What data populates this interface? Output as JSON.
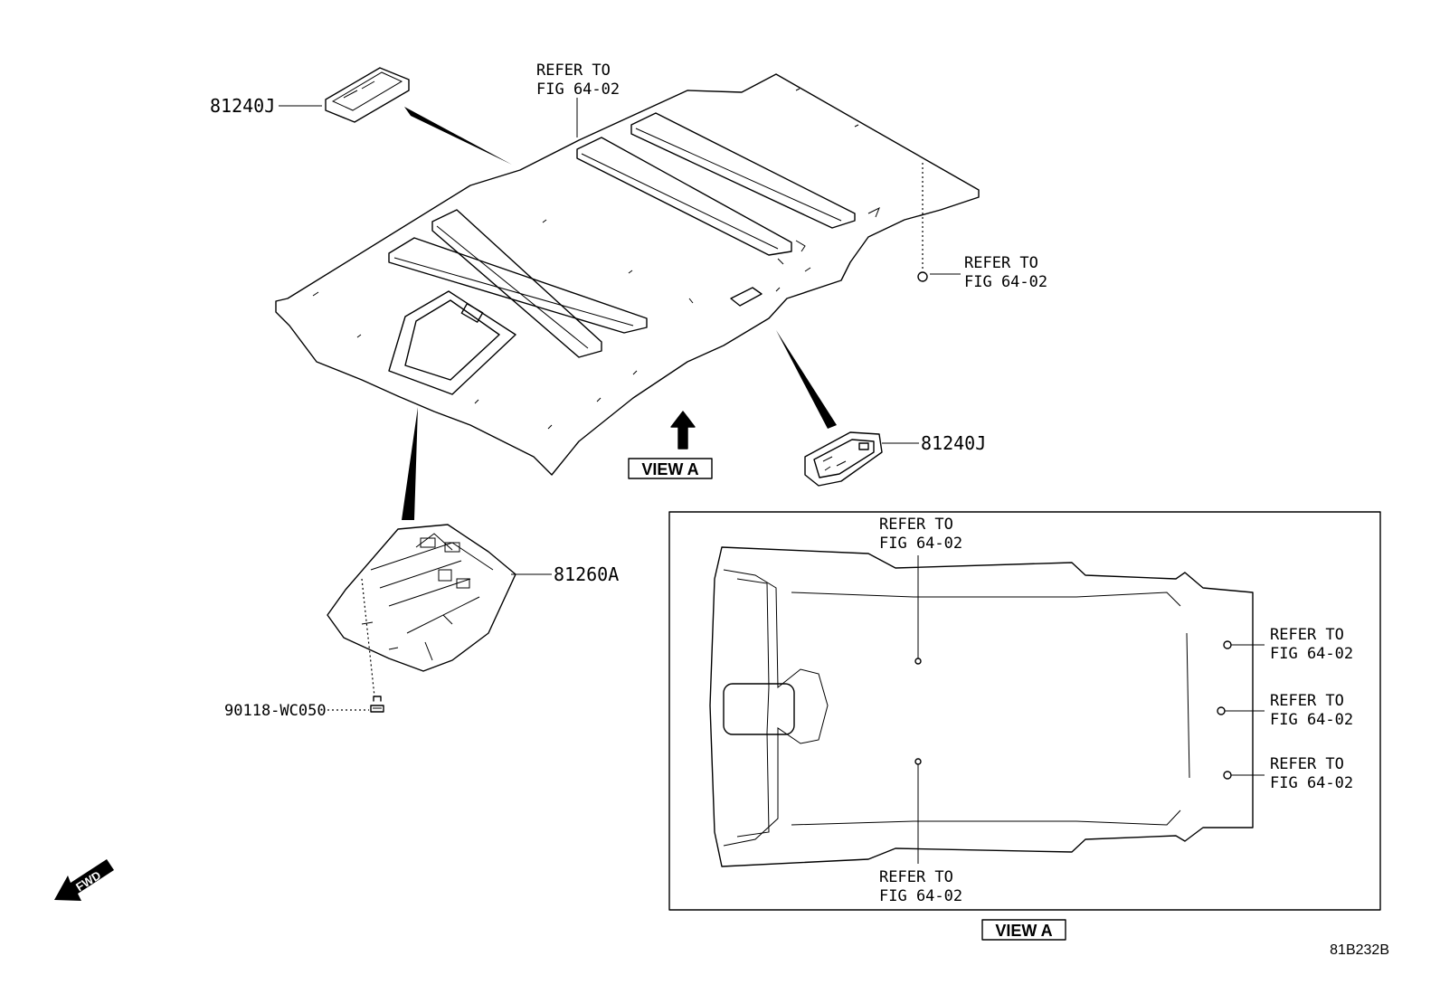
{
  "parts": {
    "lamp_upper": "81240J",
    "lamp_lower": "81240J",
    "console": "81260A",
    "screw": "90118-WC050"
  },
  "refer_labels": {
    "top_line1": "REFER TO",
    "top_line2": "FIG 64-02",
    "right_line1": "REFER TO",
    "right_line2": "FIG 64-02",
    "inset_top_line1": "REFER TO",
    "inset_top_line2": "FIG 64-02",
    "inset_bottom_line1": "REFER TO",
    "inset_bottom_line2": "FIG 64-02",
    "inset_r1_line1": "REFER TO",
    "inset_r1_line2": "FIG 64-02",
    "inset_r2_line1": "REFER TO",
    "inset_r2_line2": "FIG 64-02",
    "inset_r3_line1": "REFER TO",
    "inset_r3_line2": "FIG 64-02"
  },
  "view_labels": {
    "main": "VIEW A",
    "inset": "VIEW A"
  },
  "fwd_label": "FWD",
  "diagram_code": "81B232B"
}
